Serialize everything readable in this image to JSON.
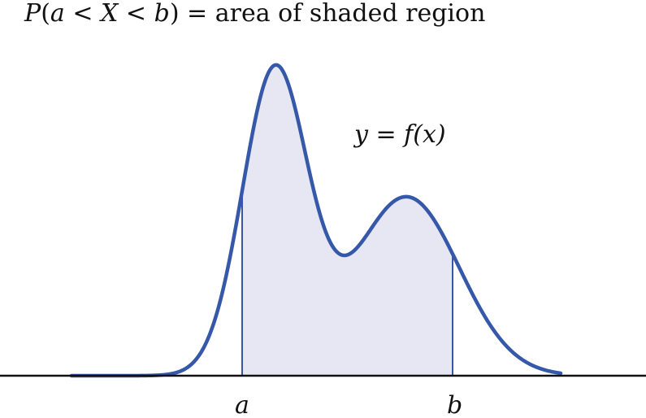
{
  "title": {
    "prefix": "P(",
    "var_a": "a",
    "lt1": " < ",
    "var_X": "X",
    "lt2": " < ",
    "var_b": "b",
    "suffix": ") = area of shaded region"
  },
  "curve_label": "y = f(x)",
  "marker_labels": {
    "a": "a",
    "b": "b"
  },
  "colors": {
    "curve": "#3558a8",
    "shade": "#e6e7f2",
    "axis": "#111111",
    "background": "#ffffff"
  },
  "chart_data": {
    "type": "area",
    "shaded_between": [
      "a",
      "b"
    ],
    "grid": false
  }
}
